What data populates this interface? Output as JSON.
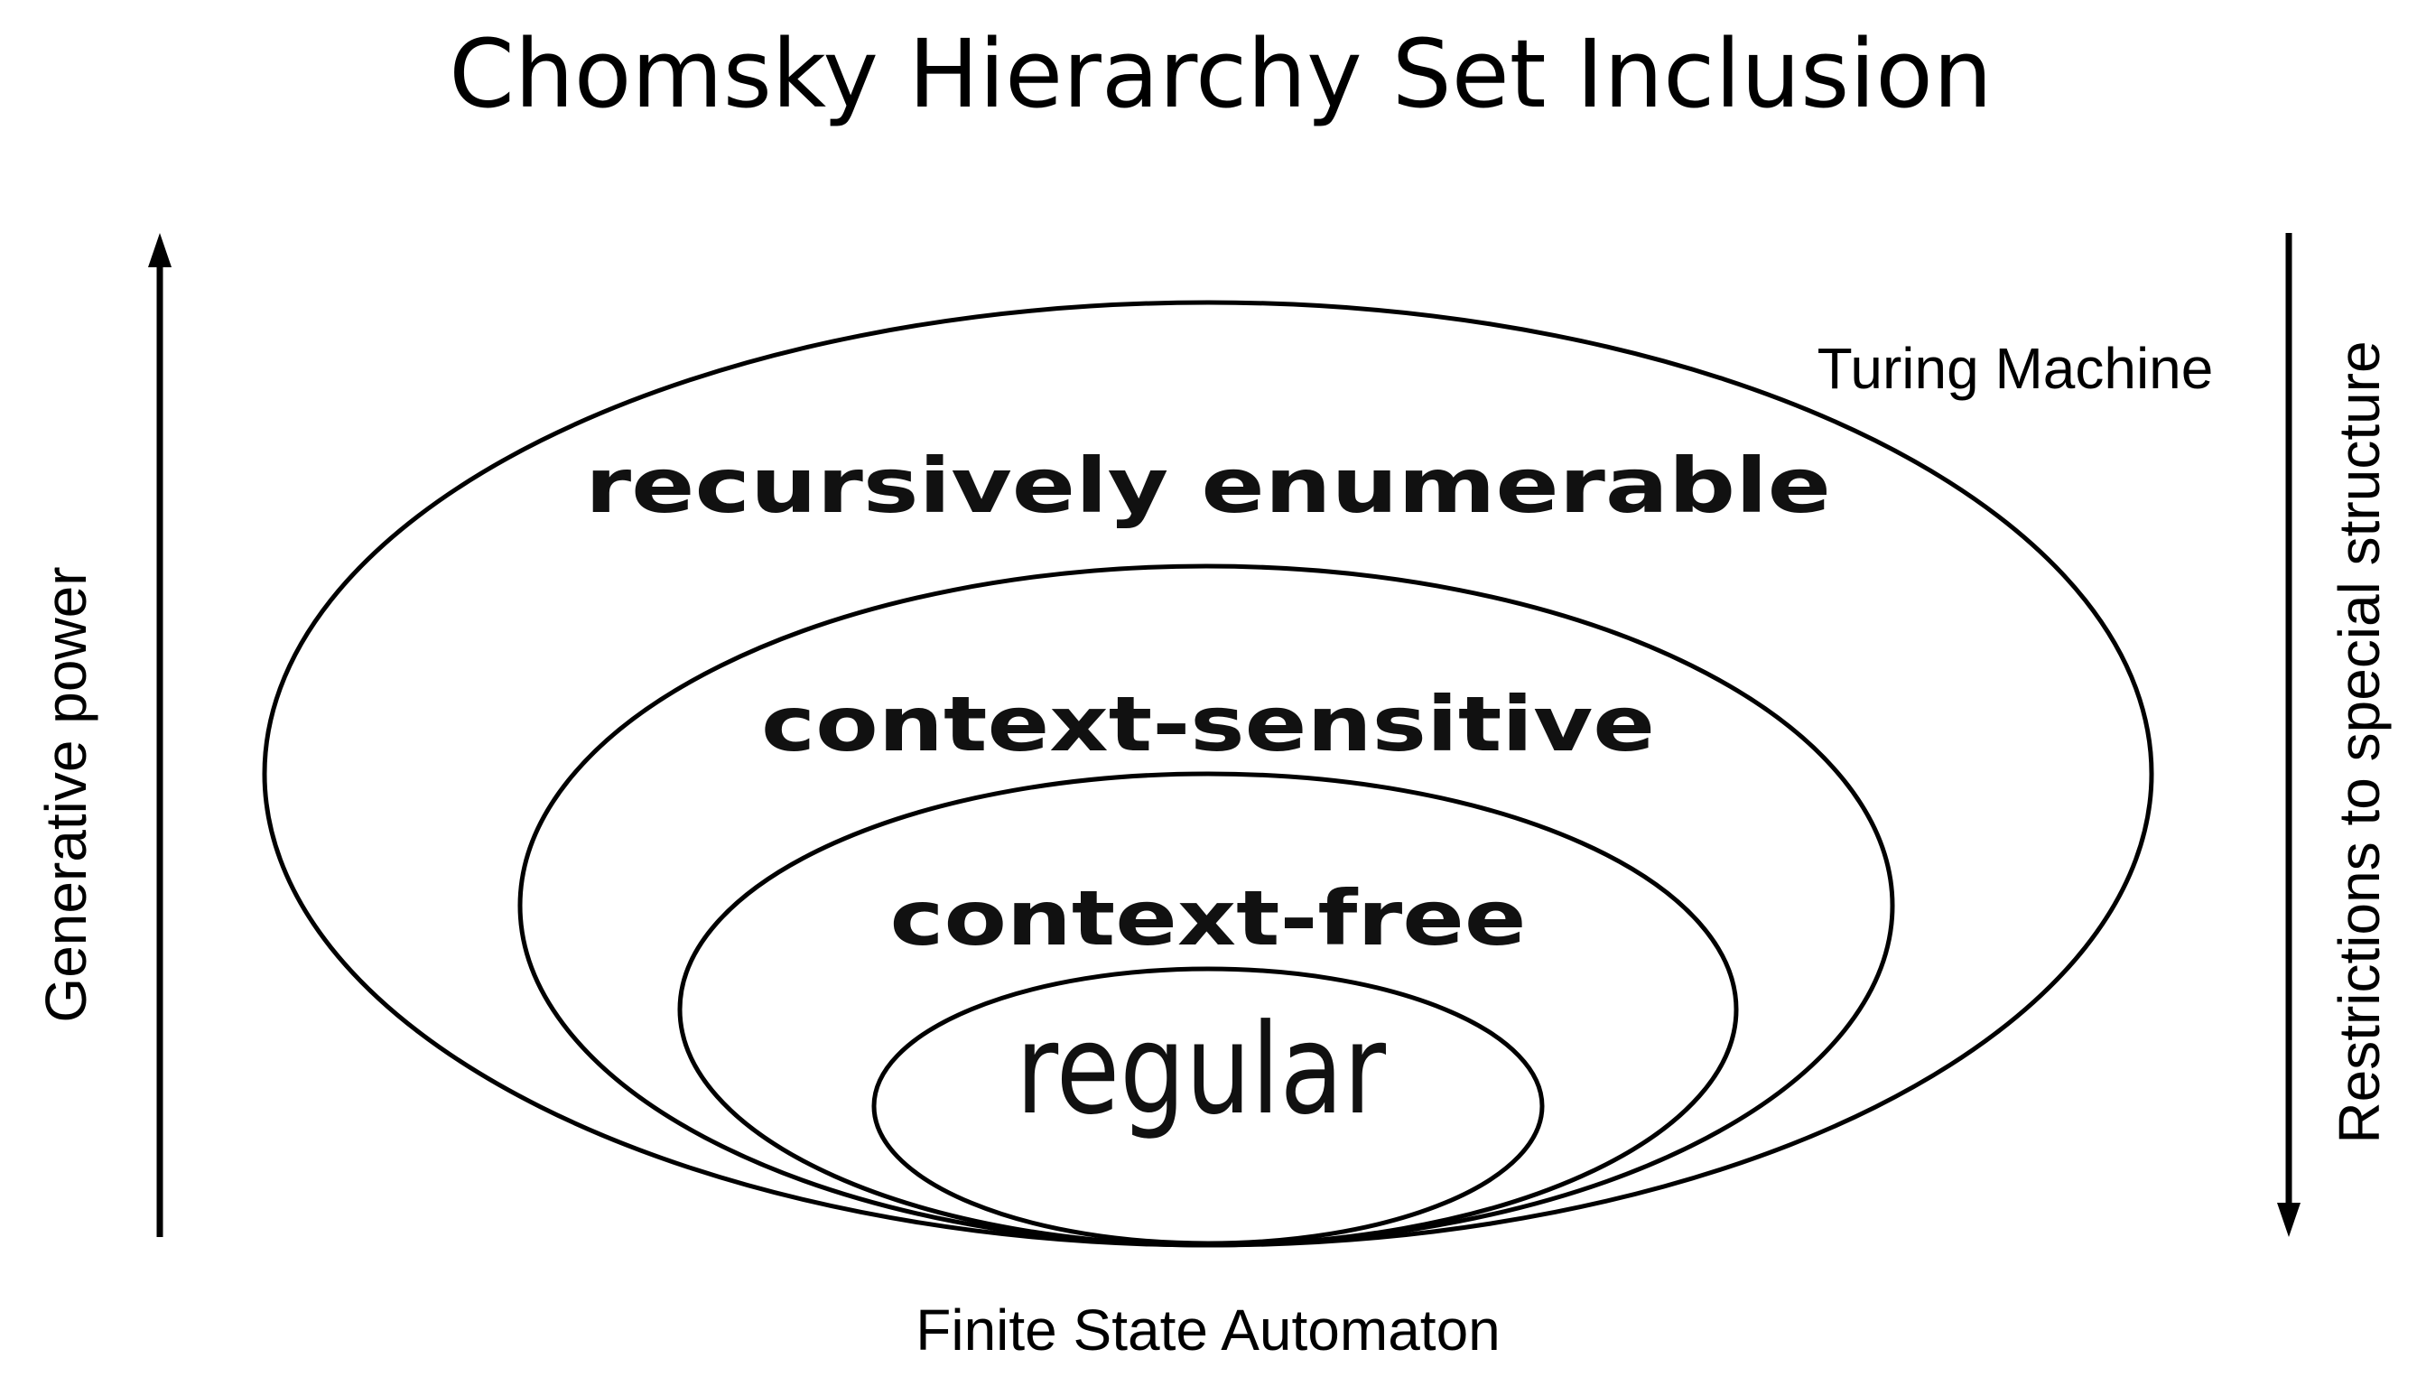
{
  "title": "Chomsky Hierarchy Set Inclusion",
  "sets": {
    "recursively_enumerable": "recursively enumerable",
    "context_sensitive": "context-sensitive",
    "context_free": "context-free",
    "regular": "regular"
  },
  "machines": {
    "top": "Turing Machine",
    "bottom": "Finite State Automaton"
  },
  "axes": {
    "left": {
      "label": "Generative power",
      "direction": "up"
    },
    "right": {
      "label": "Restrictions to special structure",
      "direction": "down"
    }
  }
}
